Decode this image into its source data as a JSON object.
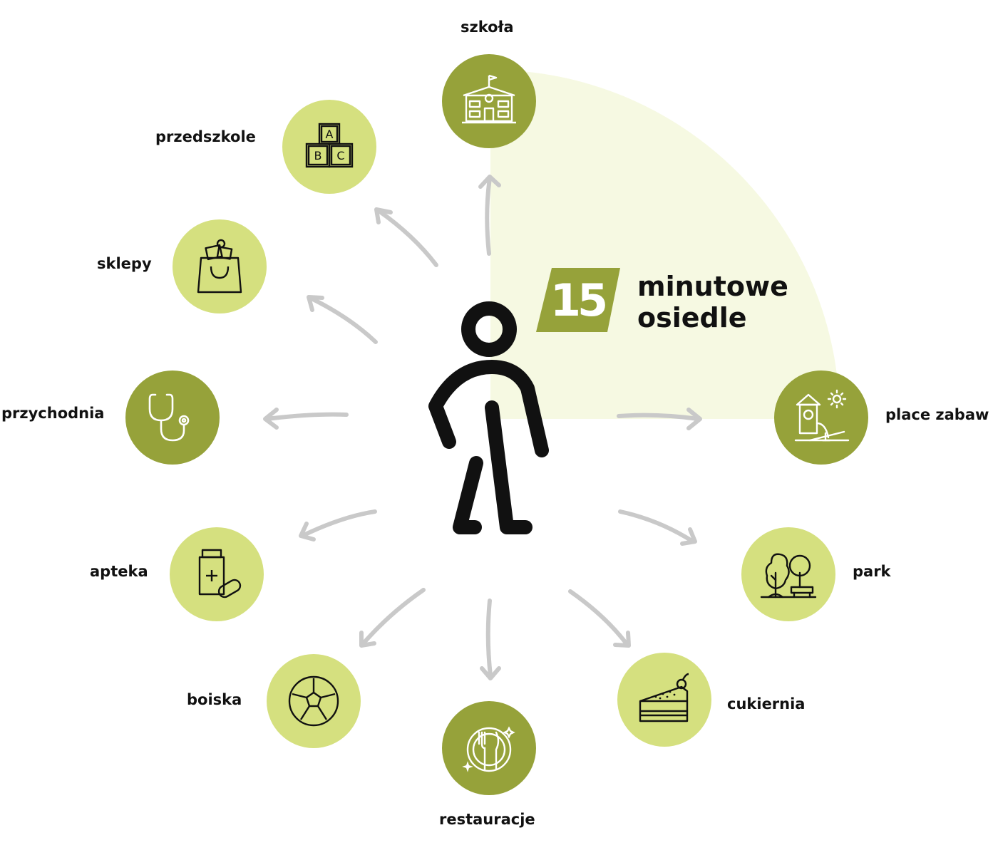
{
  "badge": {
    "number": "15"
  },
  "title": {
    "line1": "minutowe",
    "line2": "osiedle"
  },
  "colors": {
    "dark_green": "#96a23a",
    "light_green": "#d5e07f",
    "quarter_fill": "#f6f9e2",
    "arrow_gray": "#c9c9c9",
    "text": "#111111"
  },
  "figure": {
    "icon": "walking-person-icon"
  },
  "destinations": [
    {
      "key": "szkola",
      "label": "szkoła",
      "icon": "school-building-icon",
      "tone": "dark"
    },
    {
      "key": "przedszkole",
      "label": "przedszkole",
      "icon": "abc-blocks-icon",
      "tone": "light"
    },
    {
      "key": "sklepy",
      "label": "sklepy",
      "icon": "shopping-bag-icon",
      "tone": "light"
    },
    {
      "key": "przychodnia",
      "label": "przychodnia",
      "icon": "stethoscope-icon",
      "tone": "dark"
    },
    {
      "key": "apteka",
      "label": "apteka",
      "icon": "medicine-bottle-icon",
      "tone": "light"
    },
    {
      "key": "boiska",
      "label": "boiska",
      "icon": "soccer-ball-icon",
      "tone": "light"
    },
    {
      "key": "restauracje",
      "label": "restauracje",
      "icon": "plate-cutlery-icon",
      "tone": "dark"
    },
    {
      "key": "cukiernia",
      "label": "cukiernia",
      "icon": "cake-slice-icon",
      "tone": "light"
    },
    {
      "key": "park",
      "label": "park",
      "icon": "park-trees-icon",
      "tone": "light"
    },
    {
      "key": "place_zabaw",
      "label": "place zabaw",
      "icon": "playground-icon",
      "tone": "dark"
    }
  ]
}
